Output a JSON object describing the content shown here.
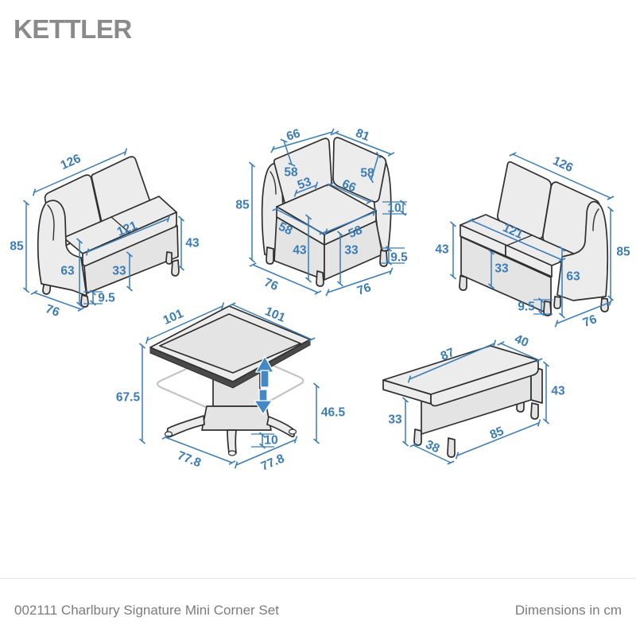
{
  "brand": "KETTLER",
  "footer": {
    "product": "002111 Charlbury Signature Mini Corner Set",
    "units": "Dimensions in cm"
  },
  "colors": {
    "dimension_blue": "#3a7cb8",
    "arrow_blue": "#4189c7",
    "furniture_fill": "#ececec",
    "outline": "#2f2f2f",
    "brand_gray": "#8a8a8a",
    "footer_gray": "#7b7b7b",
    "ghost_gray": "#c4c4c4"
  },
  "icons": {
    "height_adjust_up": "up-arrow-icon",
    "height_adjust_down": "down-arrow-icon"
  },
  "pieces": {
    "sofa_left": {
      "dims": {
        "width": "126",
        "height": "85",
        "seat_width": "121",
        "seat_height": "43",
        "arm_height": "63",
        "frame_height": "33",
        "leg_height": "9.5",
        "depth": "76"
      }
    },
    "corner_chair": {
      "dims": {
        "back_top_left": "66",
        "back_top_right": "81",
        "back_height_left": "58",
        "back_height_right": "58",
        "seat_inner_left": "53",
        "seat_inner_right": "66",
        "overall_height": "85",
        "cushion_thickness": "10",
        "seat_front_left": "58",
        "seat_front_right": "58",
        "seat_height": "43",
        "frame_height": "33",
        "leg_height": "9.5",
        "base_left": "76",
        "base_right": "76"
      }
    },
    "sofa_right": {
      "dims": {
        "width": "126",
        "seat_width": "121",
        "seat_height": "43",
        "height": "85",
        "frame_height": "33",
        "arm_height": "63",
        "leg_height": "9.5",
        "depth": "76"
      }
    },
    "table": {
      "dims": {
        "top_left": "101",
        "top_right": "101",
        "height_raised": "67.5",
        "height_lowered": "46.5",
        "base_rail": "10",
        "base_left": "77.8",
        "base_right": "77.8"
      }
    },
    "bench": {
      "dims": {
        "top_length": "87",
        "top_depth": "40",
        "height": "43",
        "body_height": "33",
        "base_depth": "38",
        "base_length": "85"
      }
    }
  }
}
